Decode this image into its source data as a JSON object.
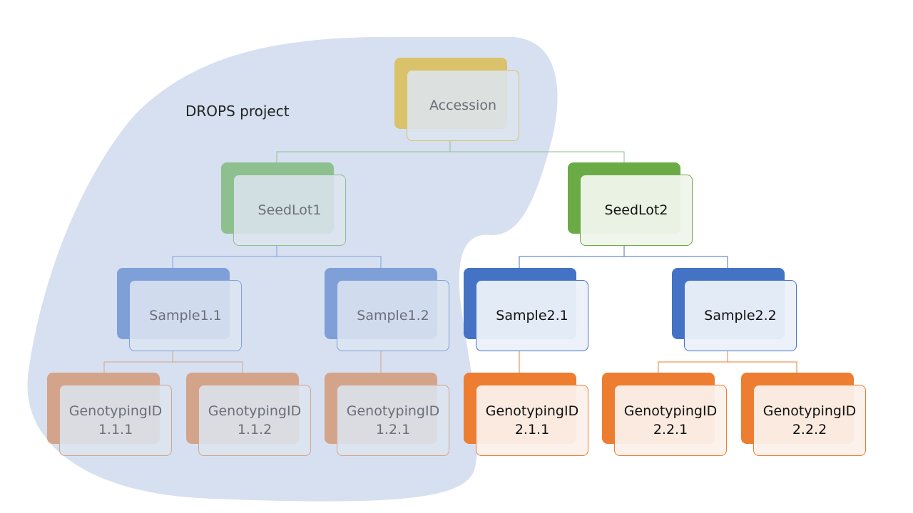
{
  "group": {
    "label": "DROPS project",
    "fill": "#d6e0f0"
  },
  "colors": {
    "accession": "#d9c26a",
    "seedlot_in": "#8ebf8e",
    "seedlot_out": "#6aab45",
    "sample_in": "#7f9fd8",
    "sample_out": "#4472c4",
    "geno_in": "#d4a48a",
    "geno_out": "#ed7d31"
  },
  "nodes": {
    "accession": {
      "label": "Accession"
    },
    "seedlot1": {
      "label": "SeedLot1"
    },
    "seedlot2": {
      "label": "SeedLot2"
    },
    "sample11": {
      "label": "Sample1.1"
    },
    "sample12": {
      "label": "Sample1.2"
    },
    "sample21": {
      "label": "Sample2.1"
    },
    "sample22": {
      "label": "Sample2.2"
    },
    "geno111": {
      "label": "GenotypingID\n1.1.1"
    },
    "geno112": {
      "label": "GenotypingID\n1.1.2"
    },
    "geno121": {
      "label": "GenotypingID\n1.2.1"
    },
    "geno211": {
      "label": "GenotypingID\n2.1.1"
    },
    "geno221": {
      "label": "GenotypingID\n2.2.1"
    },
    "geno222": {
      "label": "GenotypingID\n2.2.2"
    }
  }
}
